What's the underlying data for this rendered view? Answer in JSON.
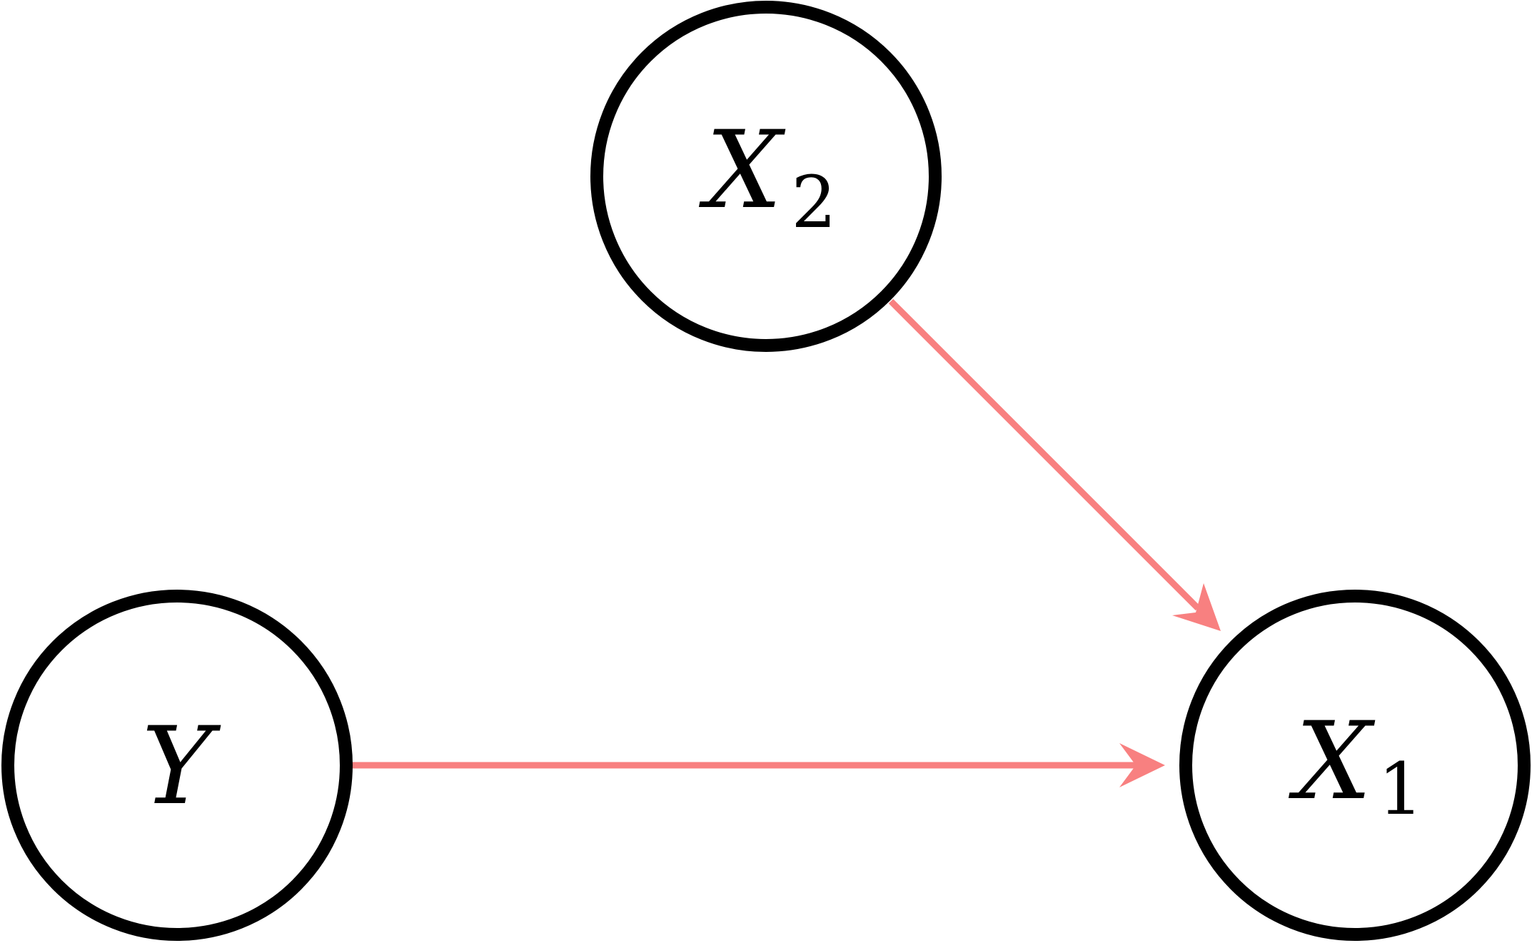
{
  "diagram": {
    "nodes": [
      {
        "id": "X2",
        "label": "X",
        "subscript": "2"
      },
      {
        "id": "Y",
        "label": "Y",
        "subscript": ""
      },
      {
        "id": "X1",
        "label": "X",
        "subscript": "1"
      }
    ],
    "edges": [
      {
        "from": "X2",
        "to": "X1"
      },
      {
        "from": "Y",
        "to": "X1"
      }
    ],
    "colors": {
      "edge": "#f88080",
      "node_stroke": "#000000",
      "node_fill": "#ffffff"
    }
  }
}
